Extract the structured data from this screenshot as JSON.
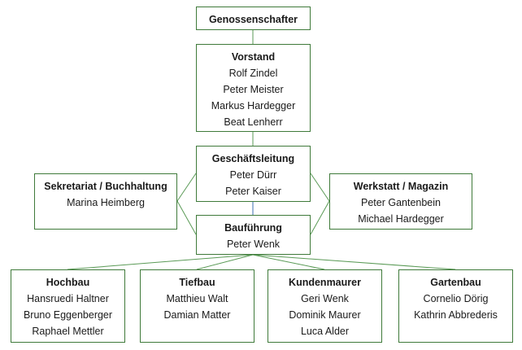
{
  "colors": {
    "border": "#3f7a3a",
    "line": "#5a9a56",
    "line_blue": "#3d6fb0"
  },
  "nodes": {
    "genossenschafter": {
      "title": "Genossenschafter",
      "members": []
    },
    "vorstand": {
      "title": "Vorstand",
      "members": [
        "Rolf Zindel",
        "Peter Meister",
        "Markus Hardegger",
        "Beat Lenherr"
      ]
    },
    "geschaeftsleitung": {
      "title": "Geschäftsleitung",
      "members": [
        "Peter Dürr",
        "Peter Kaiser"
      ]
    },
    "sekretariat": {
      "title": "Sekretariat / Buchhaltung",
      "members": [
        "Marina Heimberg"
      ]
    },
    "werkstatt": {
      "title": "Werkstatt / Magazin",
      "members": [
        "Peter Gantenbein",
        "Michael Hardegger"
      ]
    },
    "baufuehrung": {
      "title": "Bauführung",
      "members": [
        "Peter Wenk"
      ]
    },
    "hochbau": {
      "title": "Hochbau",
      "members": [
        "Hansruedi Haltner",
        "Bruno Eggenberger",
        "Raphael Mettler"
      ]
    },
    "tiefbau": {
      "title": "Tiefbau",
      "members": [
        "Matthieu Walt",
        "Damian Matter"
      ]
    },
    "kundenmaurer": {
      "title": "Kundenmaurer",
      "members": [
        "Geri Wenk",
        "Dominik Maurer",
        "Luca Alder"
      ]
    },
    "gartenbau": {
      "title": "Gartenbau",
      "members": [
        "Cornelio Dörig",
        "Kathrin Abbrederis"
      ]
    }
  }
}
